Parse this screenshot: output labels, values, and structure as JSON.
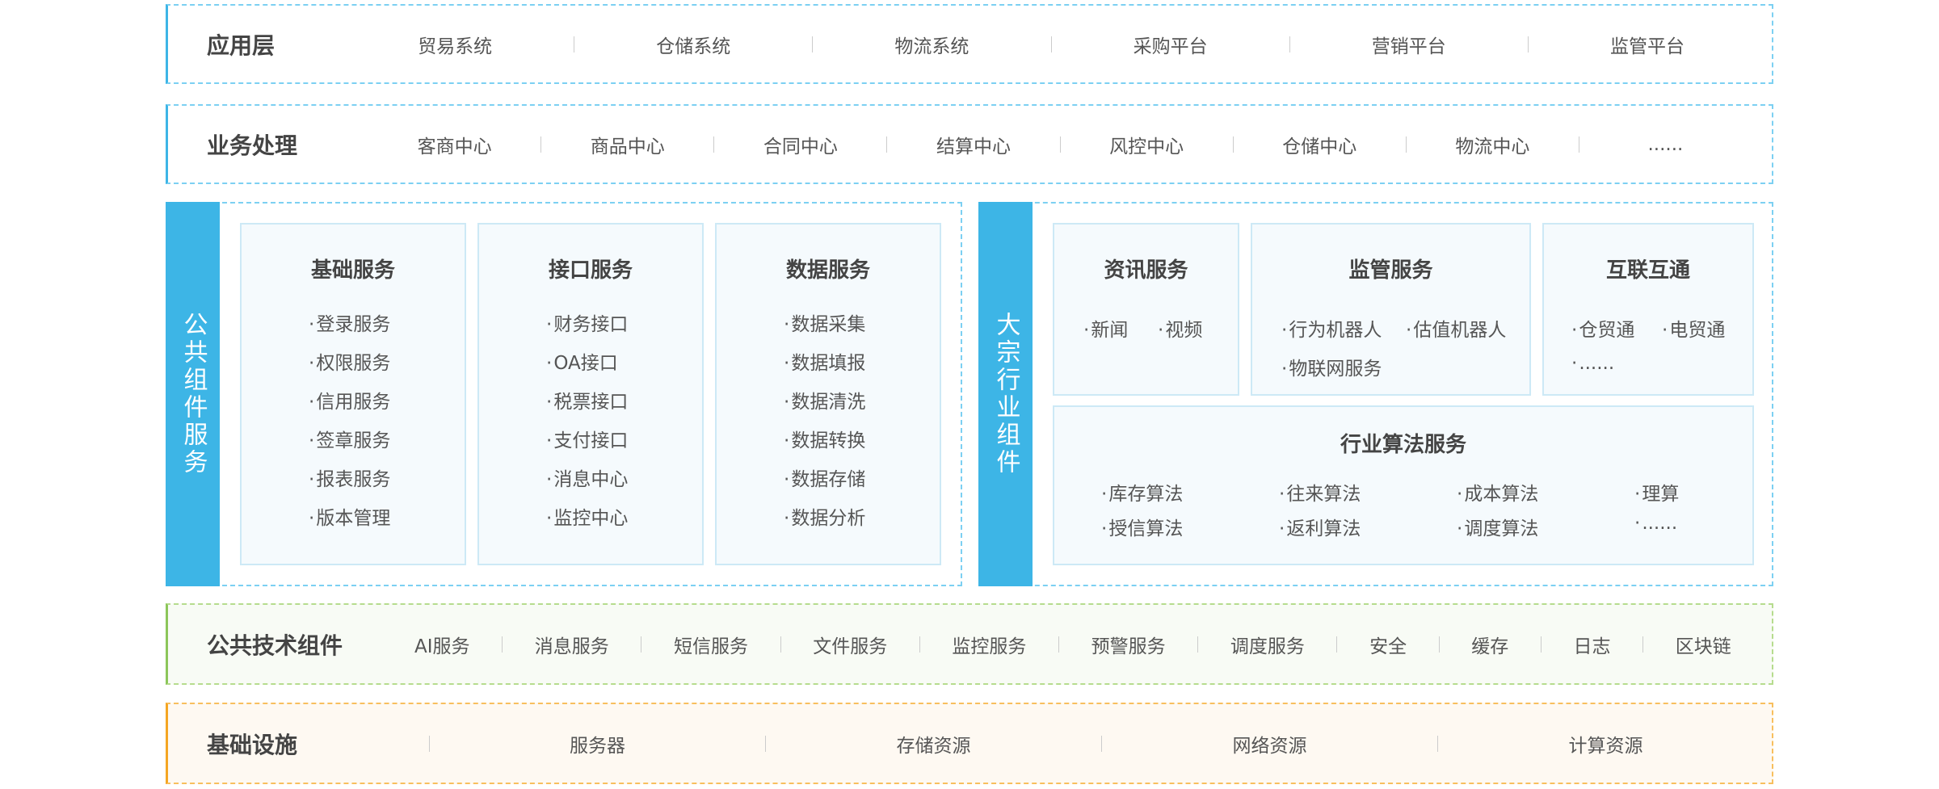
{
  "app_layer": {
    "title": "应用层",
    "items": [
      "贸易系统",
      "仓储系统",
      "物流系统",
      "采购平台",
      "营销平台",
      "监管平台"
    ]
  },
  "business": {
    "title": "业务处理",
    "items": [
      "客商中心",
      "商品中心",
      "合同中心",
      "结算中心",
      "风控中心",
      "仓储中心",
      "物流中心",
      "......"
    ]
  },
  "public_components": {
    "title": "公共组件服务",
    "cards": [
      {
        "title": "基础服务",
        "items": [
          "登录服务",
          "权限服务",
          "信用服务",
          "签章服务",
          "报表服务",
          "版本管理"
        ]
      },
      {
        "title": "接口服务",
        "items": [
          "财务接口",
          "OA接口",
          "税票接口",
          "支付接口",
          "消息中心",
          "监控中心"
        ]
      },
      {
        "title": "数据服务",
        "items": [
          "数据采集",
          "数据填报",
          "数据清洗",
          "数据转换",
          "数据存储",
          "数据分析"
        ]
      }
    ]
  },
  "industry": {
    "title": "大宗行业组件",
    "news": {
      "title": "资讯服务",
      "items": [
        "新闻",
        "视频"
      ]
    },
    "supervision": {
      "title": "监管服务",
      "items": [
        "行为机器人",
        "估值机器人",
        "物联网服务"
      ]
    },
    "interconnect": {
      "title": "互联互通",
      "items": [
        "仓贸通",
        "电贸通",
        "......"
      ]
    },
    "algorithms": {
      "title": "行业算法服务",
      "items": [
        "库存算法",
        "往来算法",
        "成本算法",
        "理算",
        "授信算法",
        "返利算法",
        "调度算法",
        "......"
      ]
    }
  },
  "tech": {
    "title": "公共技术组件",
    "items": [
      "AI服务",
      "消息服务",
      "短信服务",
      "文件服务",
      "监控服务",
      "预警服务",
      "调度服务",
      "安全",
      "缓存",
      "日志",
      "区块链"
    ]
  },
  "infra": {
    "title": "基础设施",
    "items": [
      "服务器",
      "存储资源",
      "网络资源",
      "计算资源"
    ]
  },
  "colors": {
    "blue": "#3db5e6",
    "green": "#8cc65a",
    "orange": "#f5a623"
  }
}
